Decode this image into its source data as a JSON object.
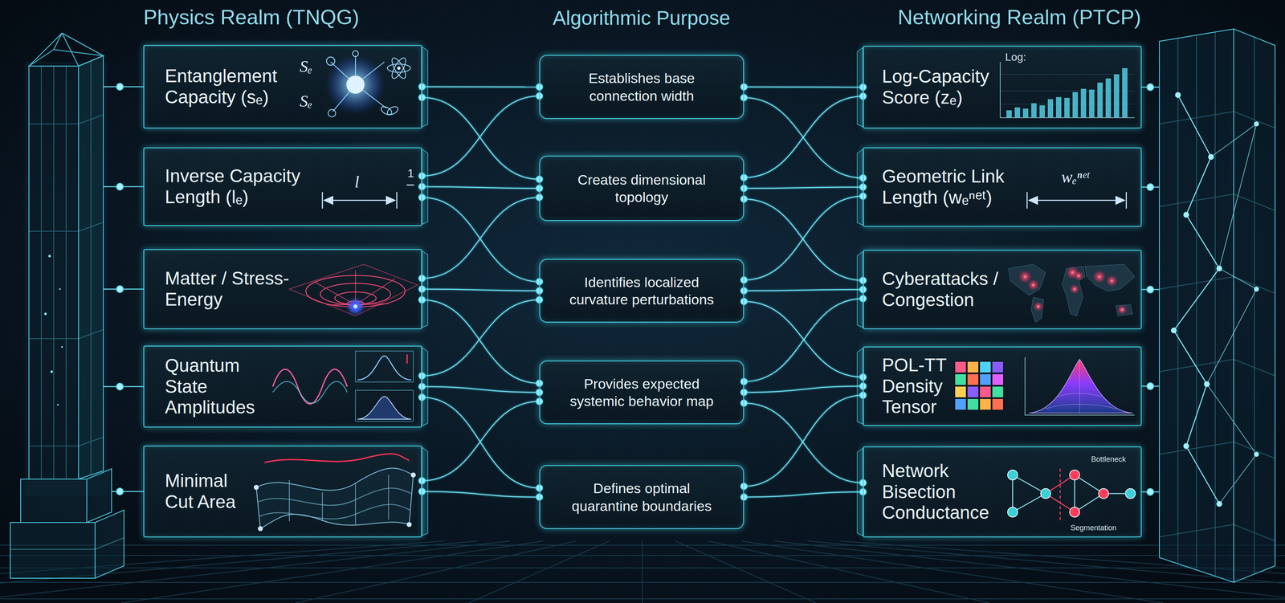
{
  "diagram": {
    "nodes": [
      {
        "text": [
          "Entanglement Capacity (sₑ)"
        ]
      },
      {
        "text": [
          "Establishes base connection width"
        ]
      },
      {
        "text": [
          "Log-Capacity Score (zₑ)"
        ]
      },
      {
        "text": [
          "Inverse Capacity Length (lₑ)"
        ]
      },
      {
        "text": [
          "Creates dimensional topology"
        ]
      },
      {
        "text": [
          "Geometric Link Length (wₑⁿᵉᵗ)"
        ]
      },
      {
        "text": [
          "Matter / Stress-Energy"
        ]
      },
      {
        "text": [
          "Identifies localized curvature perturbations"
        ]
      },
      {
        "text": [
          "Cyberattacks / Congestion"
        ]
      },
      {
        "text": [
          "Quantum State Amplitudes"
        ]
      },
      {
        "text": [
          "Provides expected systemic behavior map"
        ]
      },
      {
        "text": [
          "POL-TT Density Tensor"
        ]
      },
      {
        "text": [
          "Minimal Cut Area"
        ]
      },
      {
        "text": [
          "Defines optimal quarantine boundaries"
        ]
      },
      {
        "text": [
          "Network Bisection Conductance"
        ]
      }
    ],
    "edges": [
      {
        "from": 0,
        "to": 1,
        "arrow": "none"
      },
      {
        "from": 1,
        "to": 2,
        "arrow": "none"
      },
      {
        "from": 3,
        "to": 4,
        "arrow": "none"
      },
      {
        "from": 4,
        "to": 5,
        "arrow": "none"
      },
      {
        "from": 6,
        "to": 7,
        "arrow": "none"
      },
      {
        "from": 7,
        "to": 8,
        "arrow": "none"
      },
      {
        "from": 9,
        "to": 10,
        "arrow": "none"
      },
      {
        "from": 10,
        "to": 11,
        "arrow": "none"
      },
      {
        "from": 12,
        "to": 13,
        "arrow": "none"
      },
      {
        "from": 13,
        "to": 14,
        "arrow": "none"
      },
      {
        "from": 0,
        "to": 4,
        "arrow": "none"
      },
      {
        "from": 3,
        "to": 1,
        "arrow": "none"
      },
      {
        "from": 3,
        "to": 7,
        "arrow": "none"
      },
      {
        "from": 6,
        "to": 4,
        "arrow": "none"
      },
      {
        "from": 6,
        "to": 10,
        "arrow": "none"
      },
      {
        "from": 9,
        "to": 7,
        "arrow": "none"
      },
      {
        "from": 9,
        "to": 13,
        "arrow": "none"
      },
      {
        "from": 12,
        "to": 10,
        "arrow": "none"
      },
      {
        "from": 1,
        "to": 5,
        "arrow": "none"
      },
      {
        "from": 4,
        "to": 2,
        "arrow": "none"
      },
      {
        "from": 4,
        "to": 8,
        "arrow": "none"
      },
      {
        "from": 7,
        "to": 5,
        "arrow": "none"
      },
      {
        "from": 7,
        "to": 11,
        "arrow": "none"
      },
      {
        "from": 10,
        "to": 8,
        "arrow": "none"
      },
      {
        "from": 10,
        "to": 14,
        "arrow": "none"
      },
      {
        "from": 13,
        "to": 11,
        "arrow": "none"
      }
    ],
    "labels": [
      "Physics Realm (TNQG)",
      "Algorithmic Purpose",
      "Networking Realm (PTCP)",
      "Sₑ",
      "Sₑ",
      "l",
      "1",
      "Log:",
      "wₑⁿᵉᵗ",
      "Bottleneck",
      "Segmentation"
    ]
  }
}
